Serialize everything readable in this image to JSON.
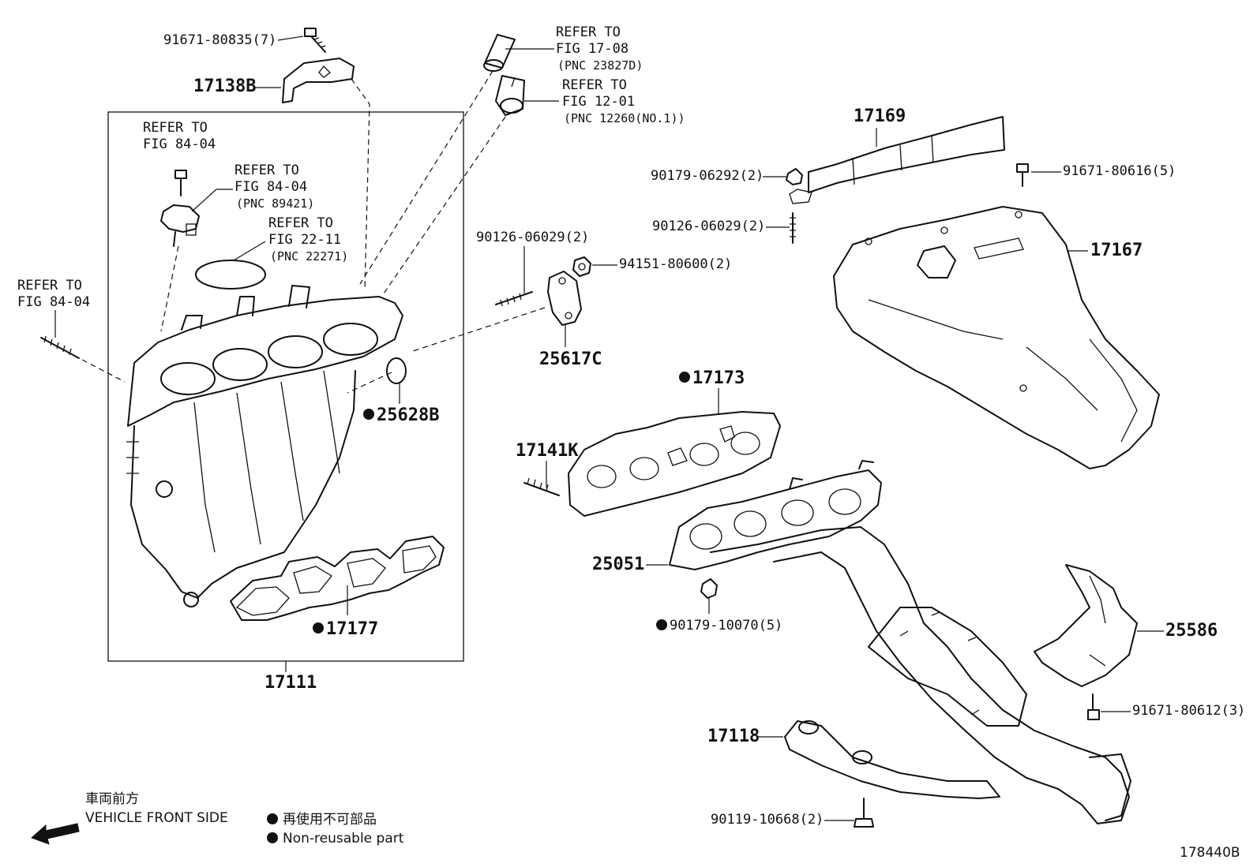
{
  "labels": {
    "bolt_91671_80835": "91671-80835(7)",
    "p17138B": "17138B",
    "ref_top1": "REFER TO",
    "ref_top1_fig": "FIG 17-08",
    "ref_top1_pnc": "(PNC 23827D)",
    "ref_top2": "REFER TO",
    "ref_top2_fig": "FIG 12-01",
    "ref_top2_pnc": "(PNC 12260(NO.1))",
    "ref_left1": "REFER TO",
    "ref_left1_fig": "FIG 84-04",
    "ref_left2": "REFER TO",
    "ref_left2_fig": "FIG 84-04",
    "ref_left2_pnc": "(PNC 89421)",
    "ref_oring": "REFER TO",
    "ref_oring_fig": "FIG 22-11",
    "ref_oring_pnc": "(PNC 22271)",
    "ref_stud": "REFER TO",
    "ref_stud_fig": "FIG 84-04",
    "p25628B": "25628B",
    "p17177": "17177",
    "p17111": "17111",
    "stud_90126_a": "90126-06029(2)",
    "nut_94151": "94151-80600(2)",
    "p25617C": "25617C",
    "p17169": "17169",
    "nut_90179_06292": "90179-06292(2)",
    "stud_90126_b": "90126-06029(2)",
    "bolt_91671_80616": "91671-80616(5)",
    "p17167": "17167",
    "p17173": "17173",
    "p17141K": "17141K",
    "p25051": "25051",
    "nut_90179_10070": "90179-10070(5)",
    "p25586": "25586",
    "bolt_91671_80612": "91671-80612(3)",
    "p17118": "17118",
    "bolt_90119": "90119-10668(2)"
  },
  "legend": {
    "front_jp": "車両前方",
    "front_en": "VEHICLE FRONT SIDE",
    "nonreuse_jp": "再使用不可部品",
    "nonreuse_en": "Non-reusable part"
  },
  "figure_id": "178440B"
}
